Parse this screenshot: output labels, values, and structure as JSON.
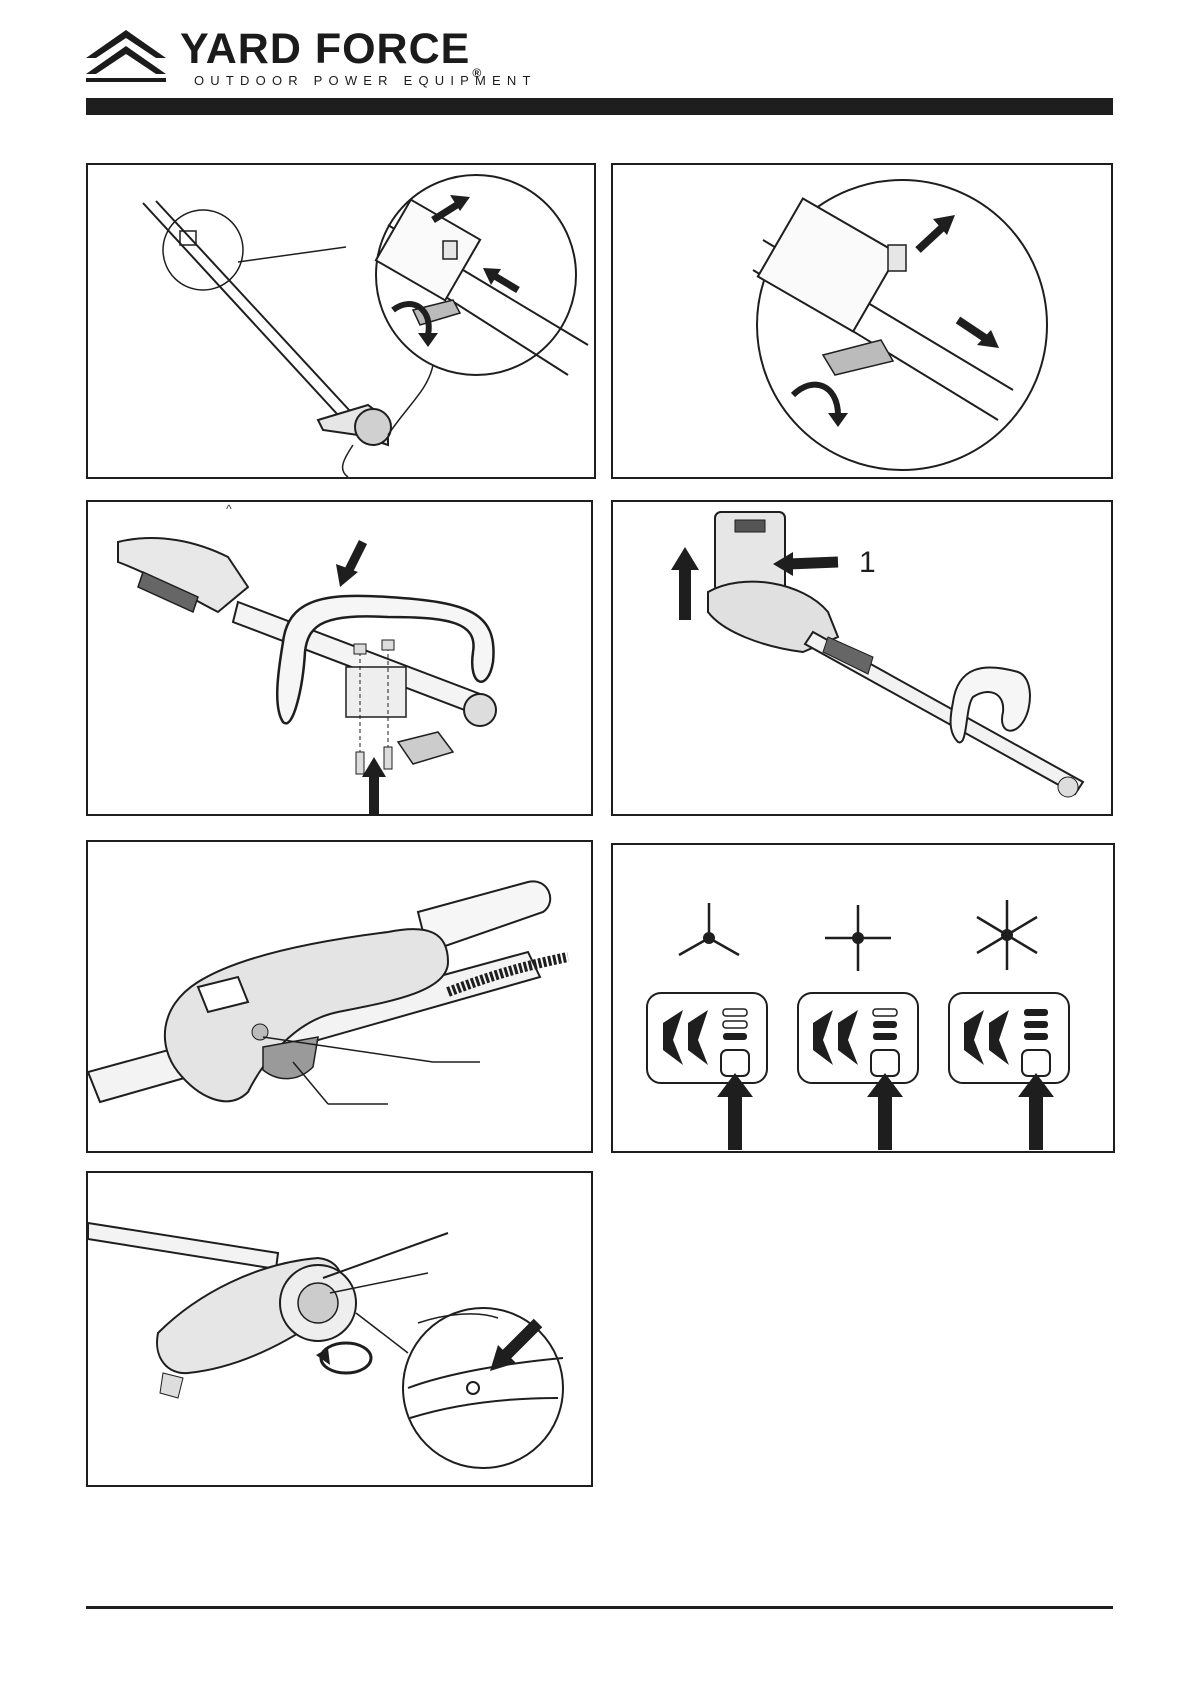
{
  "header": {
    "brand_name": "YARD FORCE",
    "registered_mark": "®",
    "tagline": "OUTDOOR POWER EQUIPMENT"
  },
  "figures": {
    "battery_callout": "1",
    "handle_caret": "^"
  },
  "icons": [
    "logo-chevron-icon",
    "arrow-icon",
    "rotate-arrow-icon",
    "speed-selector-icon"
  ],
  "colors": {
    "ink": "#1e1e1e",
    "background": "#ffffff"
  }
}
